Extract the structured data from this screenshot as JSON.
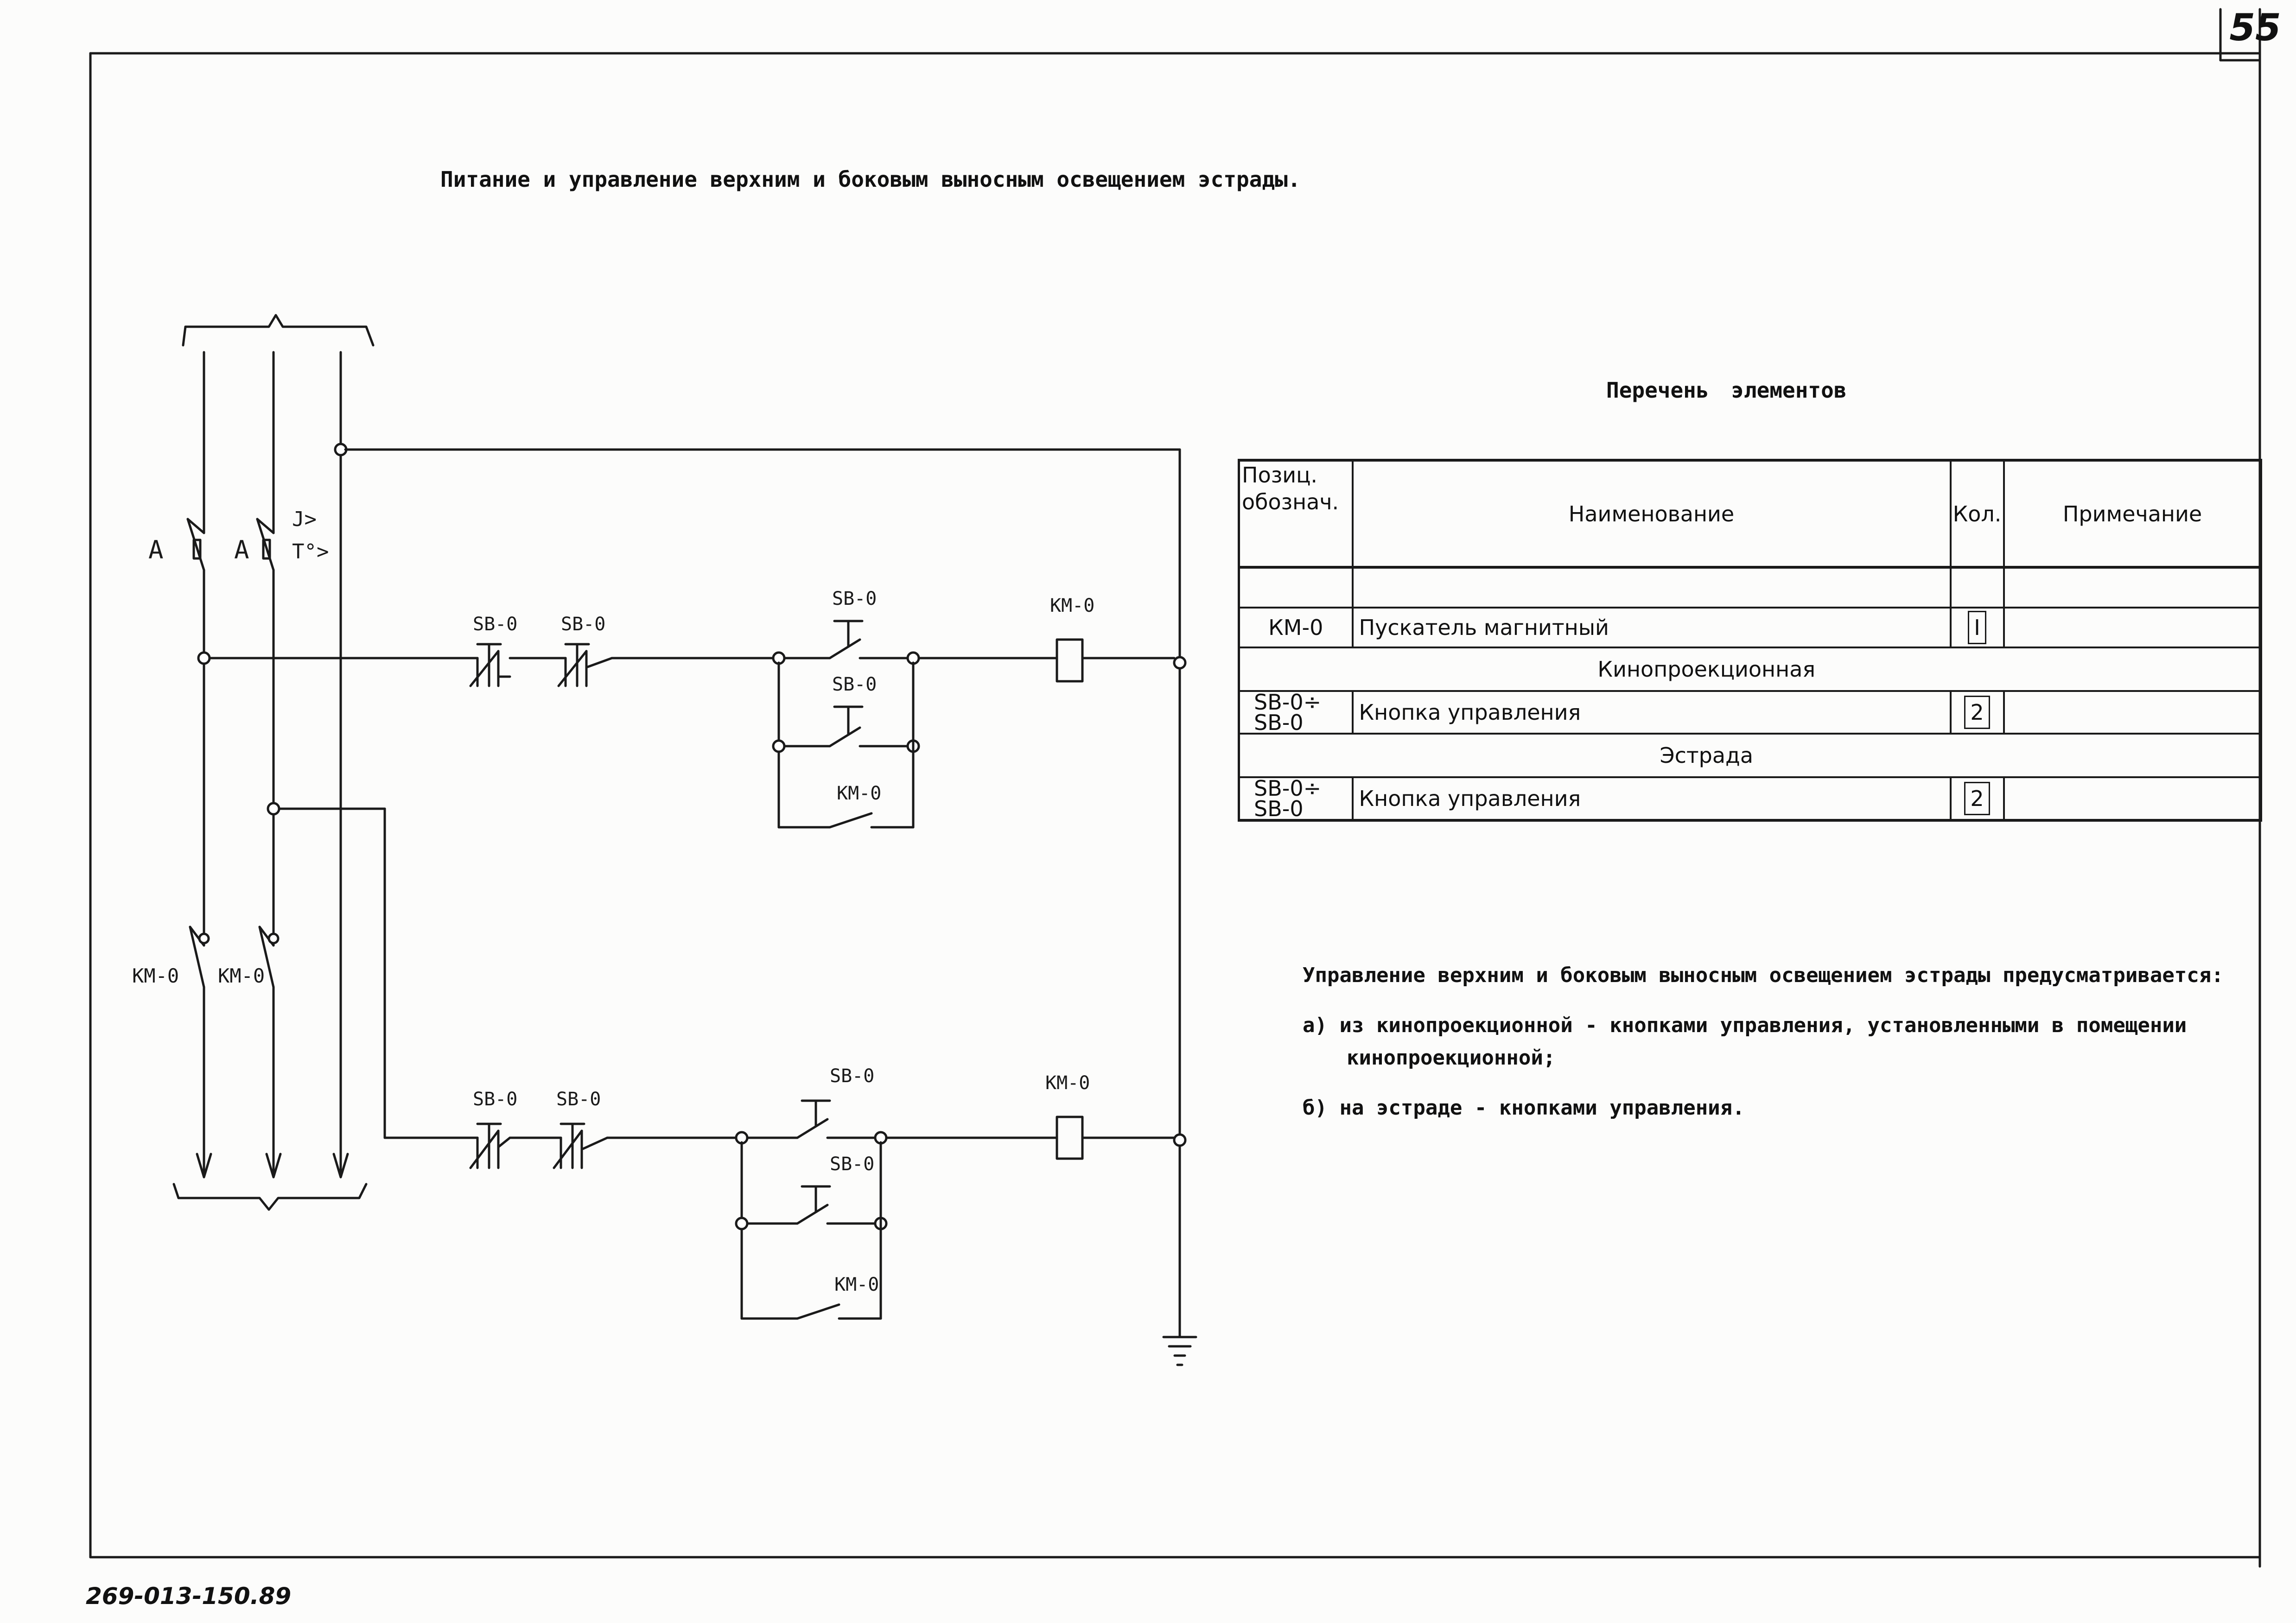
{
  "page_number": "55",
  "title": "Питание и управление верхним и боковым выносным освещением эстрады.",
  "element_list": {
    "title": "Перечень элементов",
    "headers": {
      "position": [
        "Позиц.",
        "обознач."
      ],
      "name": "Наименование",
      "quantity": "Кол.",
      "note": "Примечание"
    },
    "rows": [
      {
        "position": "КМ-0",
        "name": "Пускатель магнитный",
        "quantity": "I",
        "note": ""
      },
      {
        "section": "Кинопроекционная"
      },
      {
        "position": [
          "SB-0÷",
          "SB-0"
        ],
        "name": "Кнопка управления",
        "quantity": "2",
        "note": ""
      },
      {
        "section": "Эстрада"
      },
      {
        "position": [
          "SB-0÷",
          "SB-0"
        ],
        "name": "Кнопка управления",
        "quantity": "2",
        "note": ""
      }
    ]
  },
  "notes": {
    "intro": "Управление верхним и боковым выносным освещением эстрады предусматривается:",
    "items": [
      "а) из кинопроекционной - кнопками управления, установленными в помещении кинопроекционной;",
      "б) на эстраде - кнопками управления."
    ]
  },
  "schematic": {
    "breaker_labels": [
      "A",
      "A"
    ],
    "breaker_trip_labels": [
      "J>",
      "T°>"
    ],
    "contactor_main_labels": [
      "КМ-0",
      "КМ-0"
    ],
    "circuit_upper": {
      "button_labels": [
        "SB-0",
        "SB-0",
        "SB-0",
        "SB-0"
      ],
      "coil_label": "КМ-0",
      "aux_contact_label": "КМ-0"
    },
    "circuit_lower": {
      "button_labels": [
        "SB-0",
        "SB-0",
        "SB-0",
        "SB-0"
      ],
      "coil_label": "КМ-0",
      "aux_contact_label": "КМ-0"
    }
  },
  "document_code": "269-013-150.89"
}
